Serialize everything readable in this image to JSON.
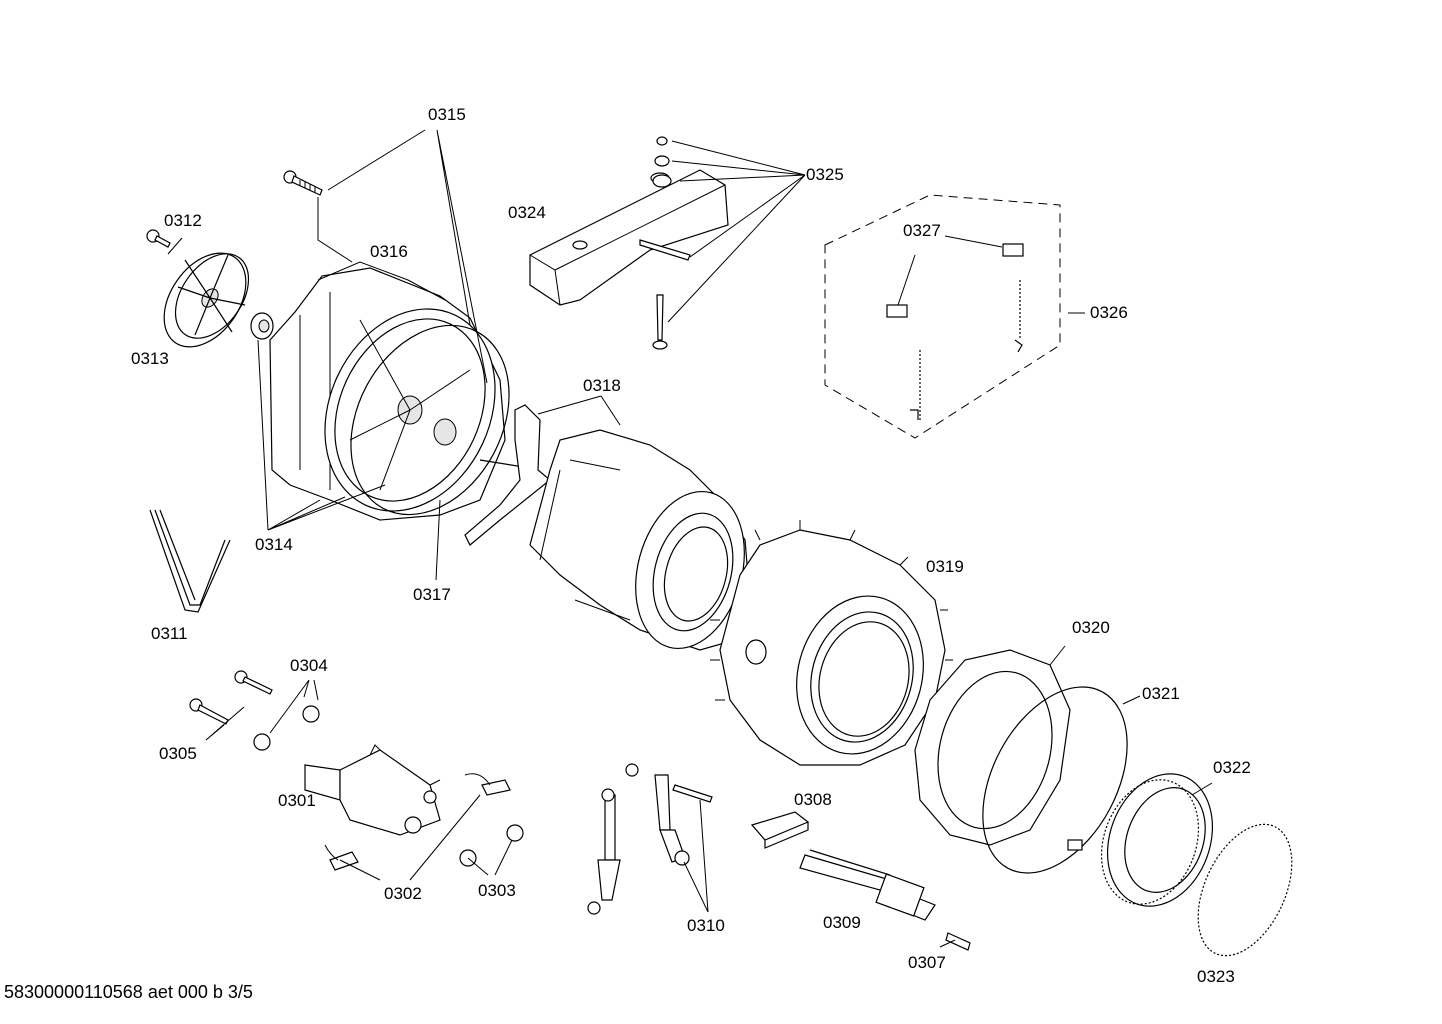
{
  "labels": {
    "p0301": "0301",
    "p0302": "0302",
    "p0303": "0303",
    "p0304": "0304",
    "p0305": "0305",
    "p0307": "0307",
    "p0308": "0308",
    "p0309": "0309",
    "p0310": "0310",
    "p0311": "0311",
    "p0312": "0312",
    "p0313": "0313",
    "p0314": "0314",
    "p0315": "0315",
    "p0316": "0316",
    "p0317": "0317",
    "p0318": "0318",
    "p0319": "0319",
    "p0320": "0320",
    "p0321": "0321",
    "p0322": "0322",
    "p0323": "0323",
    "p0324": "0324",
    "p0325": "0325",
    "p0326": "0326",
    "p0327": "0327"
  },
  "footer": {
    "doc_id": "58300000110568 aet 000 b 3/5"
  }
}
